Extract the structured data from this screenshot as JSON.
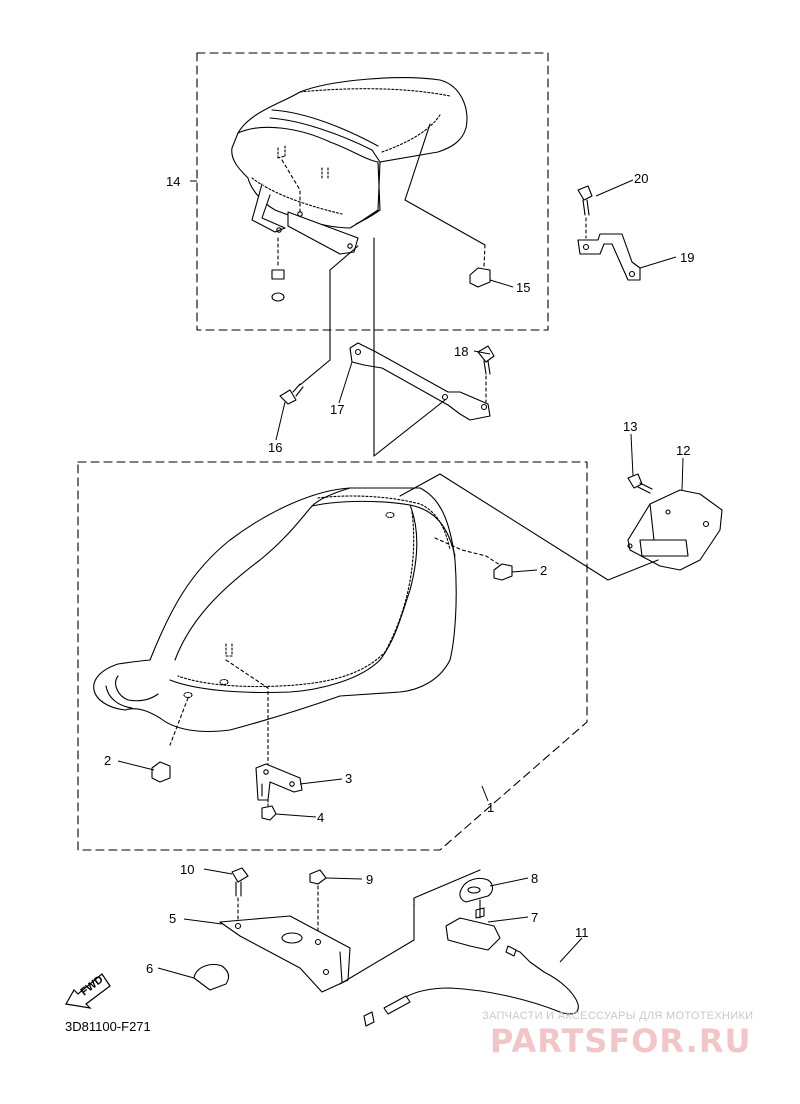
{
  "diagram": {
    "code": "3D81100-F271",
    "fwd_label": "FWD",
    "watermark": {
      "line1": "ЗАПЧАСТИ И АКСЕССУАРЫ ДЛЯ МОТОТЕХНИКИ",
      "line2": "PARTSFOR.RU"
    },
    "callouts": {
      "c1": "1",
      "c2a": "2",
      "c2b": "2",
      "c3": "3",
      "c4": "4",
      "c5": "5",
      "c6": "6",
      "c7": "7",
      "c8": "8",
      "c9": "9",
      "c10": "10",
      "c11": "11",
      "c12": "12",
      "c13": "13",
      "c14": "14",
      "c15": "15",
      "c16": "16",
      "c17": "17",
      "c18": "18",
      "c19": "19",
      "c20": "20"
    }
  }
}
